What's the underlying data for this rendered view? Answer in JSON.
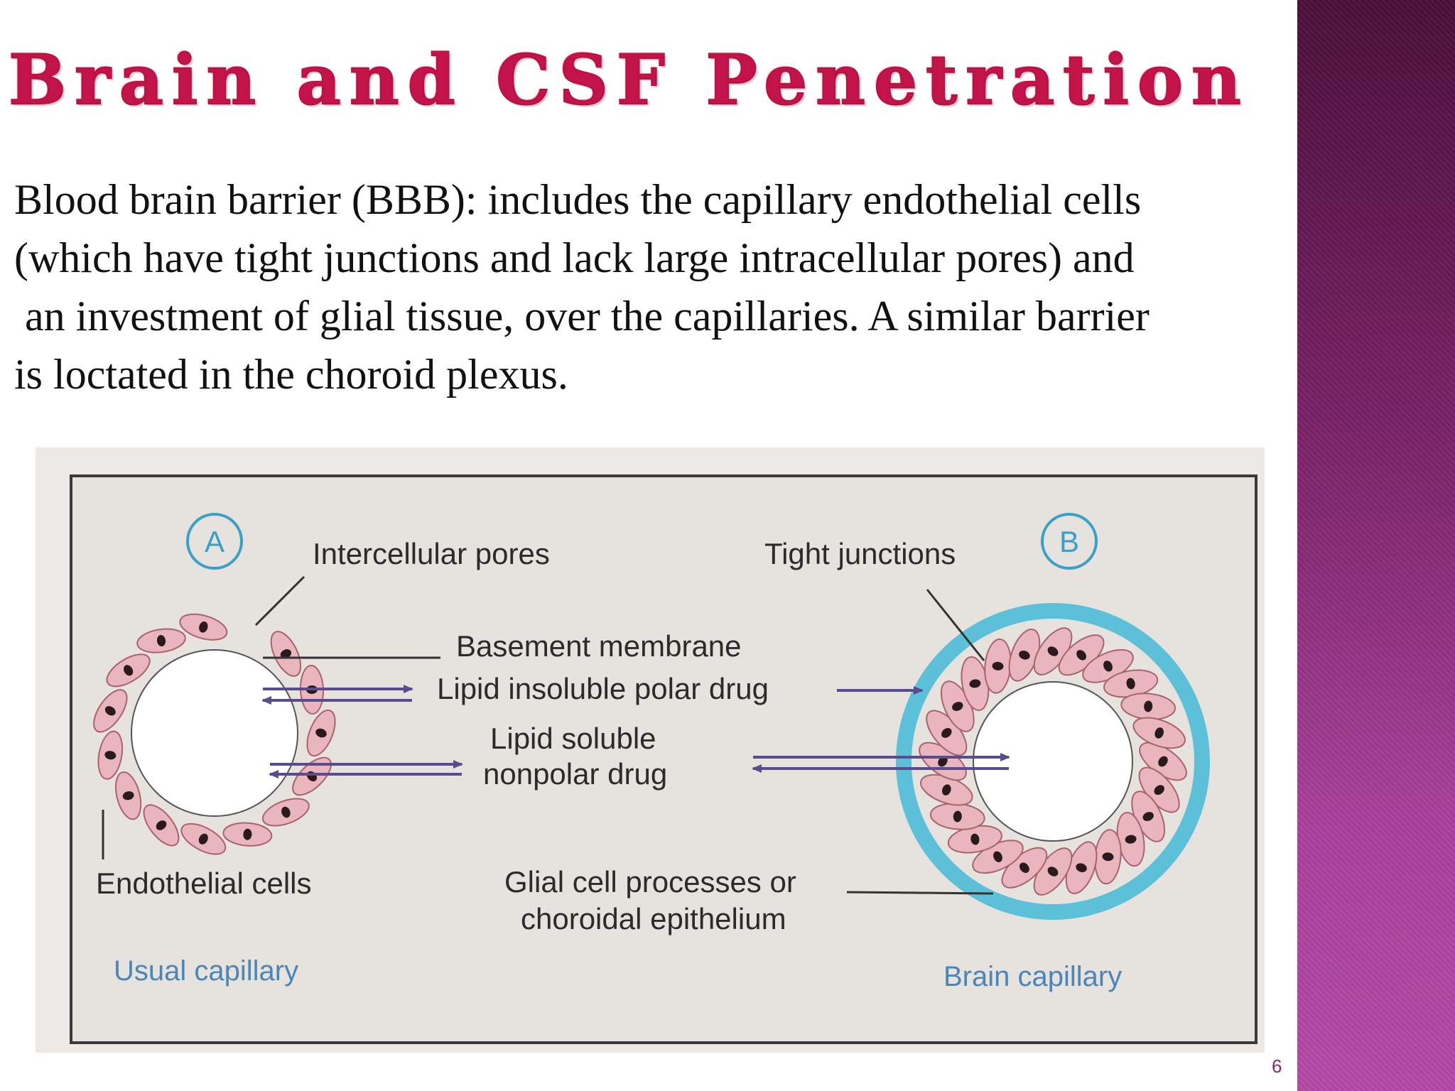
{
  "title": "Brain and CSF Penetration",
  "body_lines": [
    "Blood brain barrier (BBB): includes the capillary endothelial cells",
    "(which have tight junctions and lack large intracellular pores) and",
    " an investment of glial tissue, over the capillaries. A similar barrier",
    "is loctated in the choroid plexus."
  ],
  "figure": {
    "marker_a": "A",
    "marker_b": "B",
    "intercellular_pores": "Intercellular pores",
    "tight_junctions": "Tight junctions",
    "basement_membrane": "Basement membrane",
    "lipid_insoluble": "Lipid insoluble polar drug",
    "lipid_soluble_1": "Lipid soluble",
    "lipid_soluble_2": "nonpolar drug",
    "endothelial_cells": "Endothelial cells",
    "glial_1": "Glial cell processes or",
    "glial_2": "choroidal epithelium",
    "usual_capillary": "Usual capillary",
    "brain_capillary": "Brain capillary"
  },
  "colors": {
    "title": "#c2144a",
    "cell_fill": "#e8b6bc",
    "glia": "#5cc0d8",
    "arrow": "#5a4c8c",
    "sidebar": "#7a2268"
  },
  "page_number": "6"
}
